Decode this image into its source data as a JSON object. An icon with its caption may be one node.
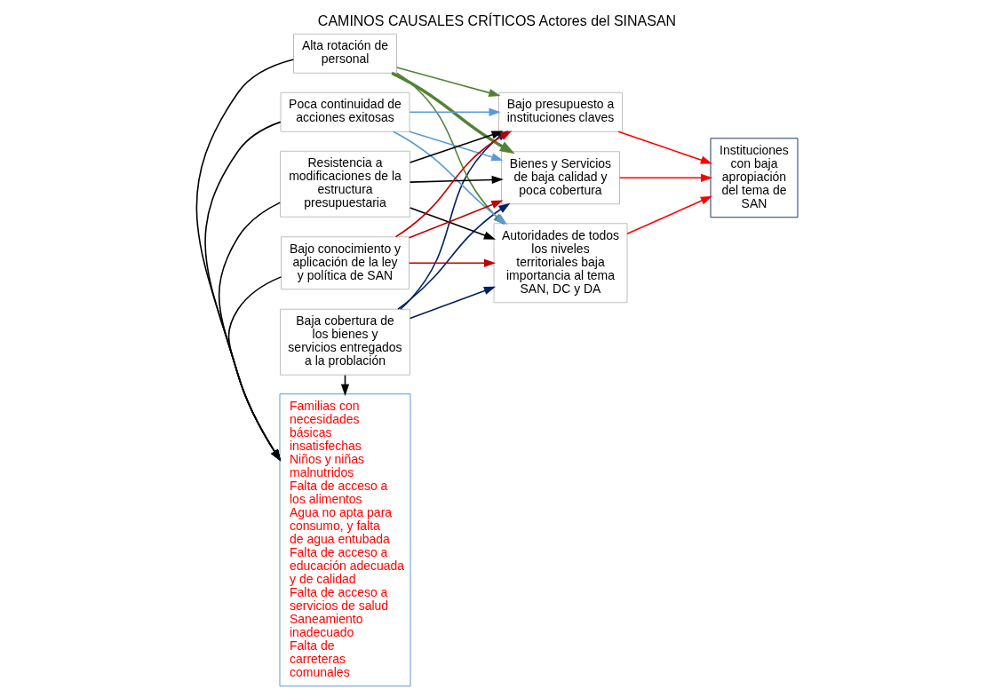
{
  "diagram": {
    "title": "CAMINOS CAUSALES CRÍTICOS Actores del SINASAN",
    "nodes": [
      {
        "text": [
          "Familias con necesidades básicas insatisfechas",
          "Niños y niñas malnutridos",
          "Falta de acceso a los alimentos",
          "Agua no apta para consumo, y falta de agua entubada",
          "Falta de acceso a educación adecuada y de calidad",
          "Falta de acceso a servicios de salud",
          "Saneamiento inadecuado",
          "Falta de carreteras comunales"
        ]
      },
      {
        "text": [
          "Baja cobertura de los bienes y servicios entregados a la problación"
        ]
      },
      {
        "text": [
          "Alta rotación de personal"
        ]
      },
      {
        "text": [
          "Poca continuidad de acciones exitosas"
        ]
      },
      {
        "text": [
          "Resistencia a modificaciones de la estructura presupuestaria"
        ]
      },
      {
        "text": [
          "Bajo conocimiento y aplicación de la ley y política de SAN"
        ]
      },
      {
        "text": [
          "Bajo presupuesto a instituciones claves"
        ]
      },
      {
        "text": [
          "Bienes y Servicios de baja calidad y poca cobertura"
        ]
      },
      {
        "text": [
          "Autoridades de todos los niveles territoriales baja importancia al tema SAN, DC y DA"
        ]
      },
      {
        "text": [
          "Instituciones con baja apropiación del tema de SAN"
        ]
      }
    ],
    "edges": [
      {
        "from": 1,
        "to": 0,
        "arrow": "to"
      },
      {
        "from": 2,
        "to": 0,
        "arrow": "to"
      },
      {
        "from": 3,
        "to": 0,
        "arrow": "to"
      },
      {
        "from": 4,
        "to": 0,
        "arrow": "to"
      },
      {
        "from": 5,
        "to": 0,
        "arrow": "to"
      },
      {
        "from": 1,
        "to": 6,
        "arrow": "to",
        "color": "#002060"
      },
      {
        "from": 1,
        "to": 7,
        "arrow": "to",
        "color": "#002060"
      },
      {
        "from": 1,
        "to": 8,
        "arrow": "to",
        "color": "#002060"
      },
      {
        "from": 2,
        "to": 6,
        "arrow": "to",
        "color": "#548235"
      },
      {
        "from": 2,
        "to": 7,
        "arrow": "to",
        "color": "#548235",
        "style": "thick"
      },
      {
        "from": 2,
        "to": 8,
        "arrow": "to",
        "color": "#548235"
      },
      {
        "from": 3,
        "to": 6,
        "arrow": "to",
        "color": "#5b9bd5"
      },
      {
        "from": 3,
        "to": 7,
        "arrow": "to",
        "color": "#5b9bd5"
      },
      {
        "from": 3,
        "to": 8,
        "arrow": "to",
        "color": "#5b9bd5"
      },
      {
        "from": 4,
        "to": 6,
        "arrow": "to"
      },
      {
        "from": 4,
        "to": 7,
        "arrow": "to"
      },
      {
        "from": 4,
        "to": 8,
        "arrow": "to"
      },
      {
        "from": 5,
        "to": 6,
        "arrow": "to",
        "color": "#c00000"
      },
      {
        "from": 5,
        "to": 7,
        "arrow": "to",
        "color": "#c00000"
      },
      {
        "from": 5,
        "to": 8,
        "arrow": "to",
        "color": "#c00000"
      },
      {
        "from": 6,
        "to": 9,
        "arrow": "to",
        "color": "#ff0000"
      },
      {
        "from": 7,
        "to": 9,
        "arrow": "to",
        "color": "#ff0000"
      },
      {
        "from": 8,
        "to": 9,
        "arrow": "to",
        "color": "#ff0000"
      }
    ]
  }
}
